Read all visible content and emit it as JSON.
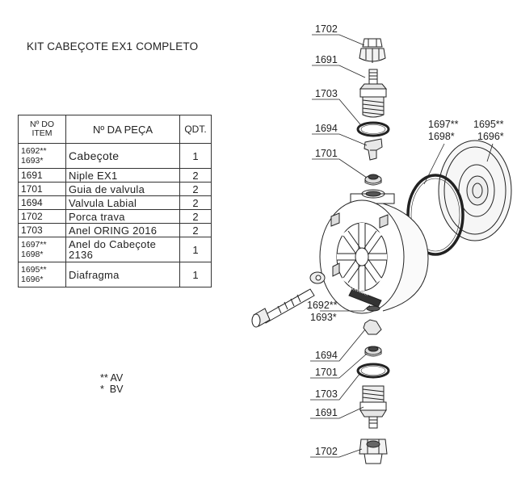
{
  "title": "KIT CABEÇOTE EX1 COMPLETO",
  "table": {
    "headers": {
      "item": [
        "Nº DO",
        "ITEM"
      ],
      "part": "Nº DA PEÇA",
      "qty": "QDT."
    },
    "rows": [
      {
        "item": [
          "1692**",
          "1693*"
        ],
        "desc": [
          "Cabeçote"
        ],
        "qty": "1"
      },
      {
        "item": [
          "1691"
        ],
        "desc": [
          "Niple EX1"
        ],
        "qty": "2"
      },
      {
        "item": [
          "1701"
        ],
        "desc": [
          "Guia de valvula"
        ],
        "qty": "2"
      },
      {
        "item": [
          "1694"
        ],
        "desc": [
          "Valvula Labial"
        ],
        "qty": "2"
      },
      {
        "item": [
          "1702"
        ],
        "desc": [
          "Porca trava"
        ],
        "qty": "2"
      },
      {
        "item": [
          "1703"
        ],
        "desc": [
          "Anel ORING 2016"
        ],
        "qty": "2"
      },
      {
        "item": [
          "1697**",
          "1698*"
        ],
        "desc": [
          "Anel do Cabeçote",
          "2136"
        ],
        "qty": "1"
      },
      {
        "item": [
          "1695**",
          "1696*"
        ],
        "desc": [
          "Diafragma"
        ],
        "qty": "1"
      }
    ]
  },
  "legend": [
    "** AV",
    "*  BV"
  ],
  "callouts": {
    "top_1702": "1702",
    "top_1691": "1691",
    "top_1703": "1703",
    "top_1694": "1694",
    "top_1701": "1701",
    "ring_a": "1697**",
    "ring_b": "1698*",
    "diaph_a": "1695**",
    "diaph_b": "1696*",
    "head_a": "1692**",
    "head_b": "1693*",
    "bot_1694": "1694",
    "bot_1701": "1701",
    "bot_1703": "1703",
    "bot_1691": "1691",
    "bot_1702": "1702"
  },
  "head_logo": "CLAVIMAX"
}
